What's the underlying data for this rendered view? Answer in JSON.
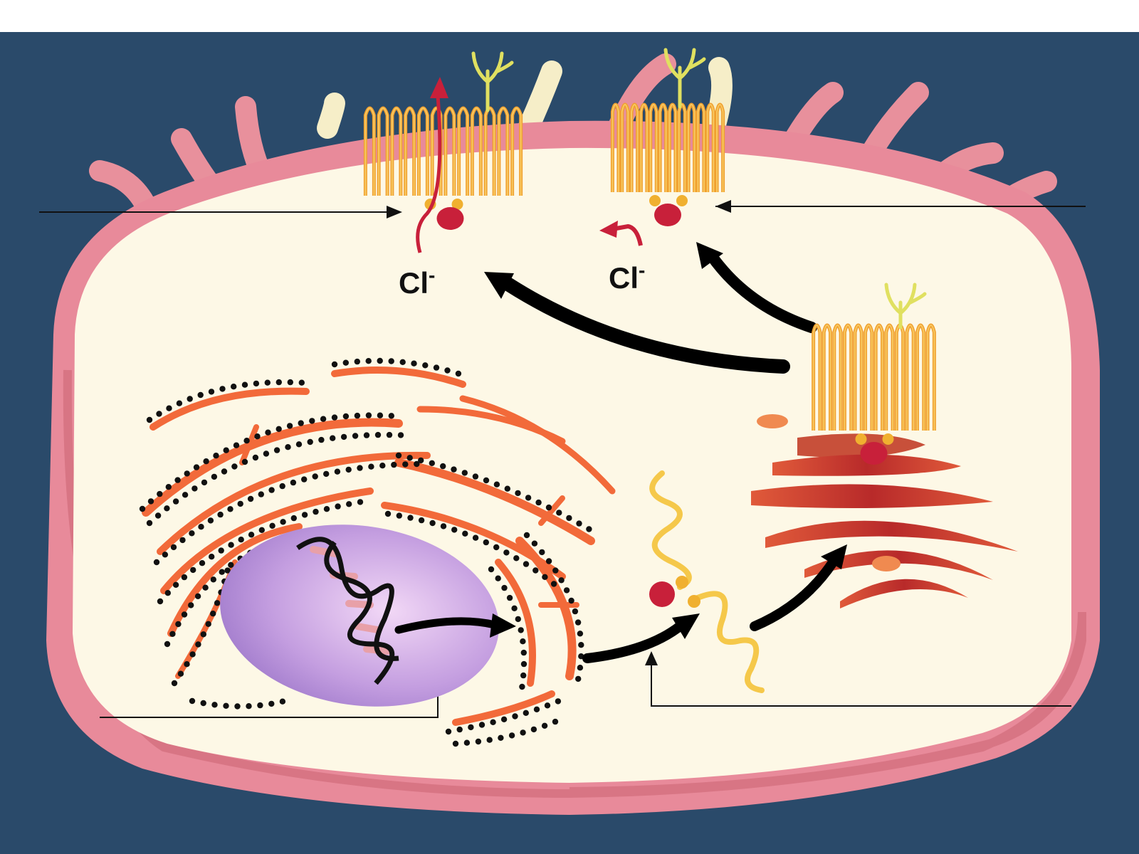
{
  "diagram": {
    "ion_labels": [
      "Cl",
      "Cl"
    ],
    "ion_charge": "-",
    "leader_lines": [
      "top-left",
      "top-right",
      "bottom-left",
      "bottom-right"
    ],
    "colors": {
      "background": "#2a4a6a",
      "membrane": "#e88a9a",
      "cytoplasm": "#fdf8e6",
      "nucleus": "#b48ad4",
      "channel": "#f0a030",
      "glycan": "#e0e060",
      "er": "#f26a3a",
      "golgi": "#c83a2a",
      "nbd": "#c8203a",
      "arrow": "#000000"
    },
    "icons": [
      "cftr-channel-icon",
      "dna-helix-icon",
      "protein-chain-icon",
      "golgi-icon",
      "rough-er-icon"
    ]
  }
}
